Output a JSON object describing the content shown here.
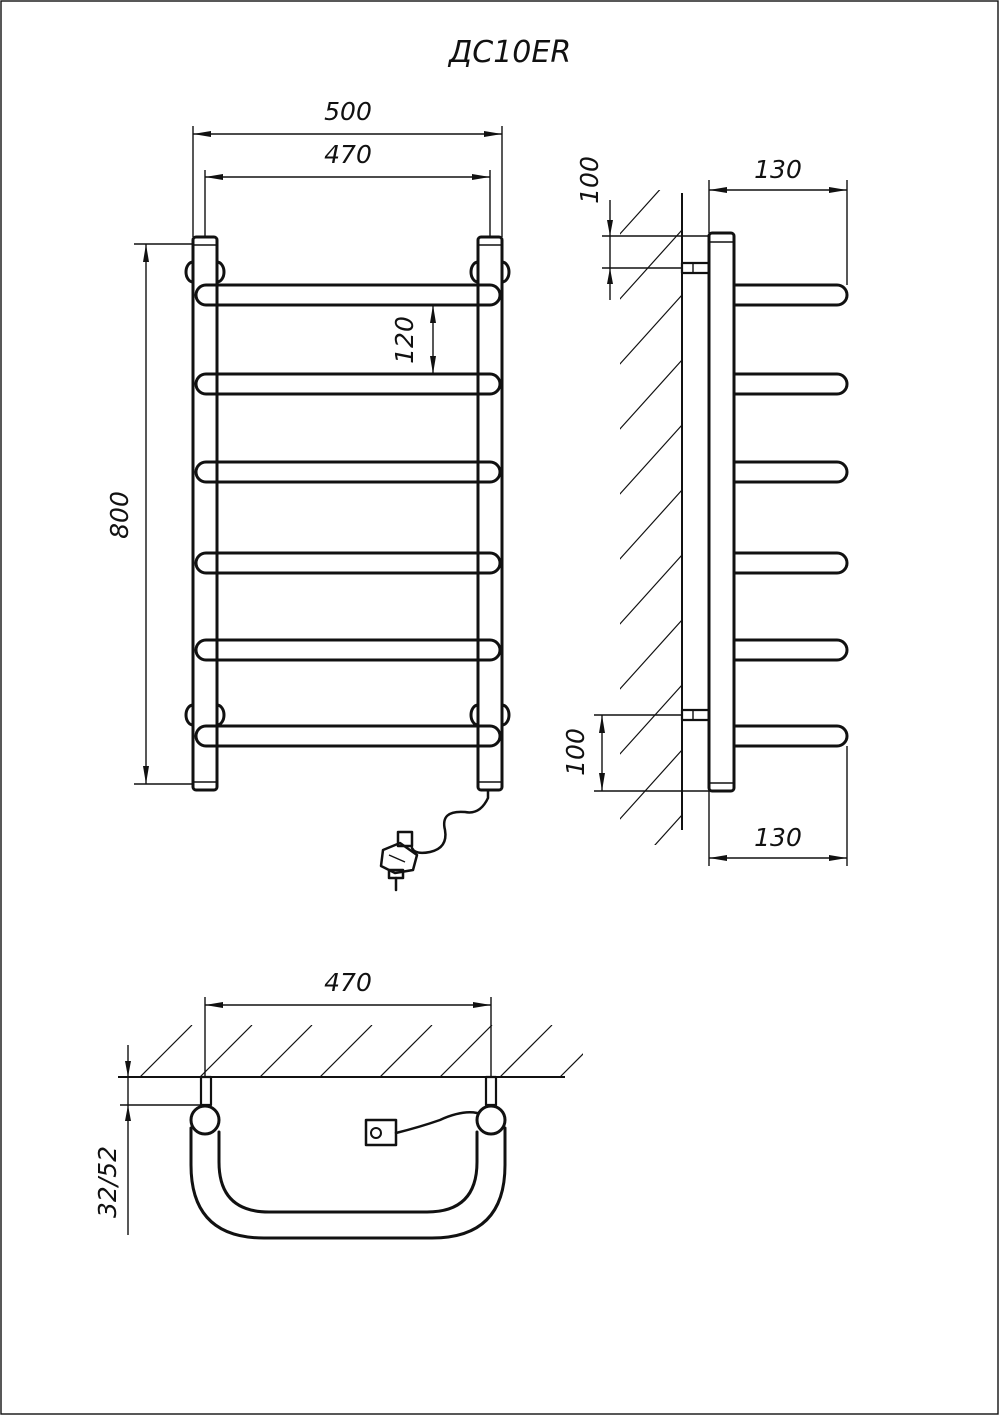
{
  "title": "ДС10ER",
  "dimensions": {
    "front_overall_width": "500",
    "front_axis_width": "470",
    "bar_spacing": "120",
    "overall_height": "800",
    "side_top_offset": "100",
    "side_bottom_offset": "100",
    "side_depth_top": "130",
    "side_depth_bottom": "130",
    "plan_axis_width": "470",
    "plan_wall_distance": "32/52"
  }
}
